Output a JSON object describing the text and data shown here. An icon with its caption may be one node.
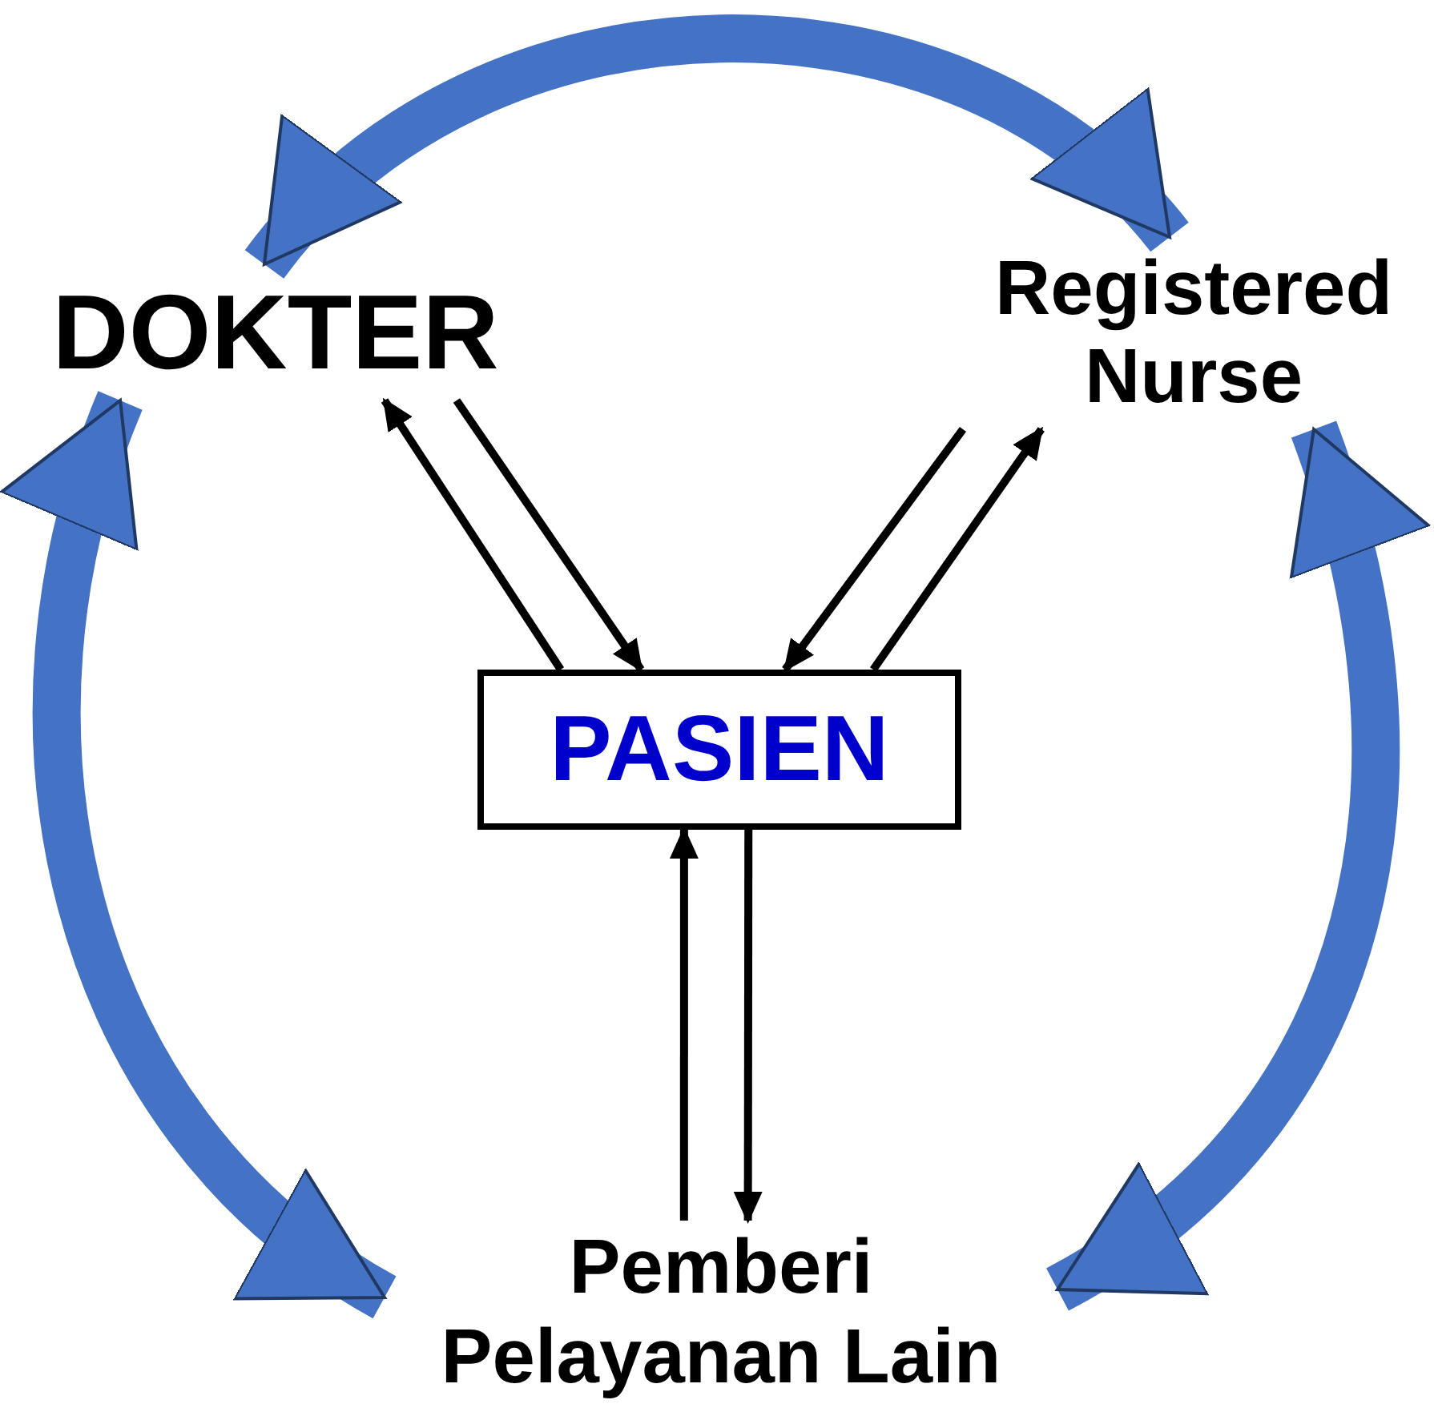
{
  "diagram": {
    "nodes": [
      {
        "text": [
          "DOKTER"
        ]
      },
      {
        "text": [
          "Registered Nurse"
        ]
      },
      {
        "text": [
          "PASIEN"
        ]
      },
      {
        "text": [
          "Pemberi Pelayanan Lain"
        ]
      }
    ],
    "edges": [
      {
        "from": 1,
        "to": 0,
        "arrow": "both",
        "style": "thick",
        "color": "#4472c4"
      },
      {
        "from": 0,
        "to": 3,
        "arrow": "both",
        "style": "thick",
        "color": "#4472c4"
      },
      {
        "from": 1,
        "to": 3,
        "arrow": "both",
        "style": "thick",
        "color": "#4472c4"
      },
      {
        "from": 2,
        "to": 0,
        "arrow": "to"
      },
      {
        "from": 0,
        "to": 2,
        "arrow": "to"
      },
      {
        "from": 1,
        "to": 2,
        "arrow": "to"
      },
      {
        "from": 2,
        "to": 1,
        "arrow": "to"
      },
      {
        "from": 3,
        "to": 2,
        "arrow": "to"
      },
      {
        "from": 2,
        "to": 3,
        "arrow": "to"
      }
    ]
  }
}
